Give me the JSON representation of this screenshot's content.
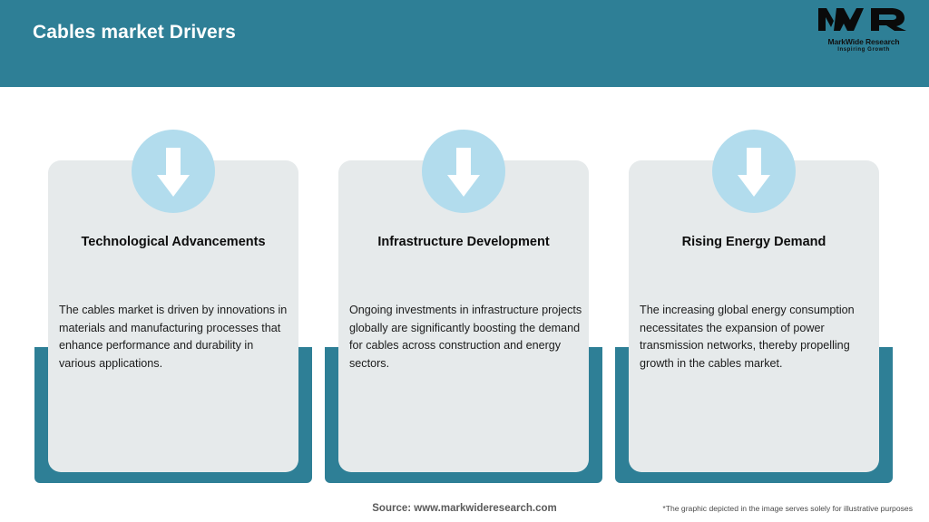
{
  "header": {
    "title": "Cables market Drivers",
    "background_color": "#2e7f96",
    "title_color": "#ffffff"
  },
  "logo": {
    "mark": "MWR",
    "name": "MarkWide Research",
    "tagline": "Inspiring Growth",
    "icon": "mwr-logo-icon"
  },
  "theme": {
    "teal": "#2e7f96",
    "panel_grey": "#e6eaeb",
    "badge_blue": "#b2dced",
    "arrow_white": "#ffffff"
  },
  "cards": [
    {
      "icon": "down-arrow-icon",
      "title": "Technological Advancements",
      "body": "The cables market is driven by innovations in materials and manufacturing processes that enhance performance and durability in various applications."
    },
    {
      "icon": "down-arrow-icon",
      "title": "Infrastructure Development",
      "body": "Ongoing investments in infrastructure projects globally are significantly boosting the demand for cables across construction and energy sectors."
    },
    {
      "icon": "down-arrow-icon",
      "title": "Rising Energy Demand",
      "body": "The increasing global energy consumption necessitates the expansion of power transmission networks, thereby propelling growth in the cables market."
    }
  ],
  "footer": {
    "source": "Source: www.markwideresearch.com",
    "disclaimer": "*The graphic depicted in the image serves solely for illustrative purposes"
  }
}
